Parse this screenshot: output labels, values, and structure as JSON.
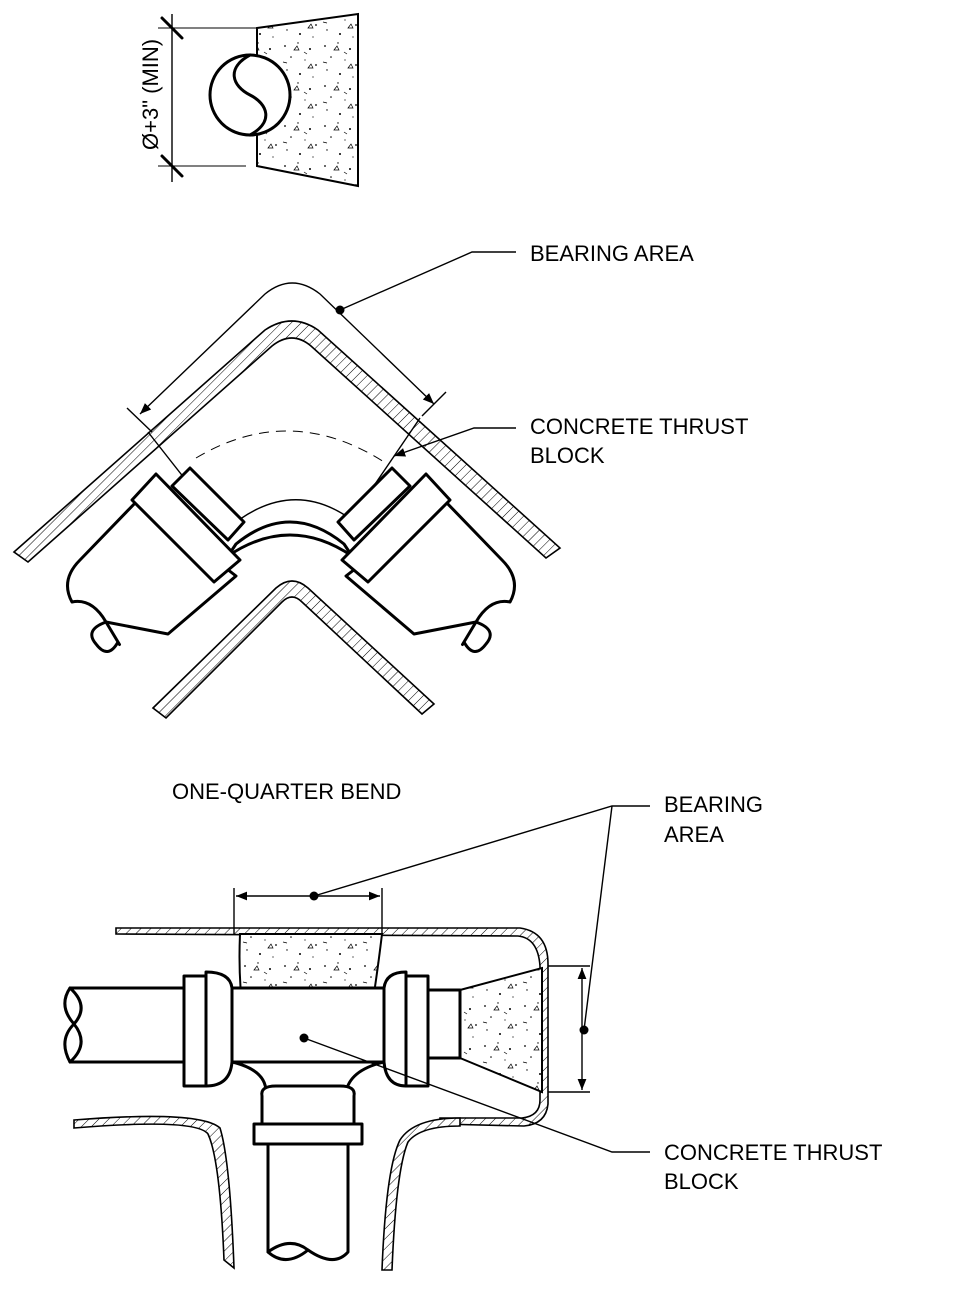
{
  "labels": {
    "dimension": "Ø+3\" (MIN)",
    "bend_bearing_area": "BEARING AREA",
    "bend_thrust_line1": "CONCRETE THRUST",
    "bend_thrust_line2": "BLOCK",
    "bend_caption": "ONE-QUARTER BEND",
    "tee_bearing_line1": "BEARING",
    "tee_bearing_line2": "AREA",
    "tee_thrust_line1": "CONCRETE THRUST",
    "tee_thrust_line2": "BLOCK"
  }
}
